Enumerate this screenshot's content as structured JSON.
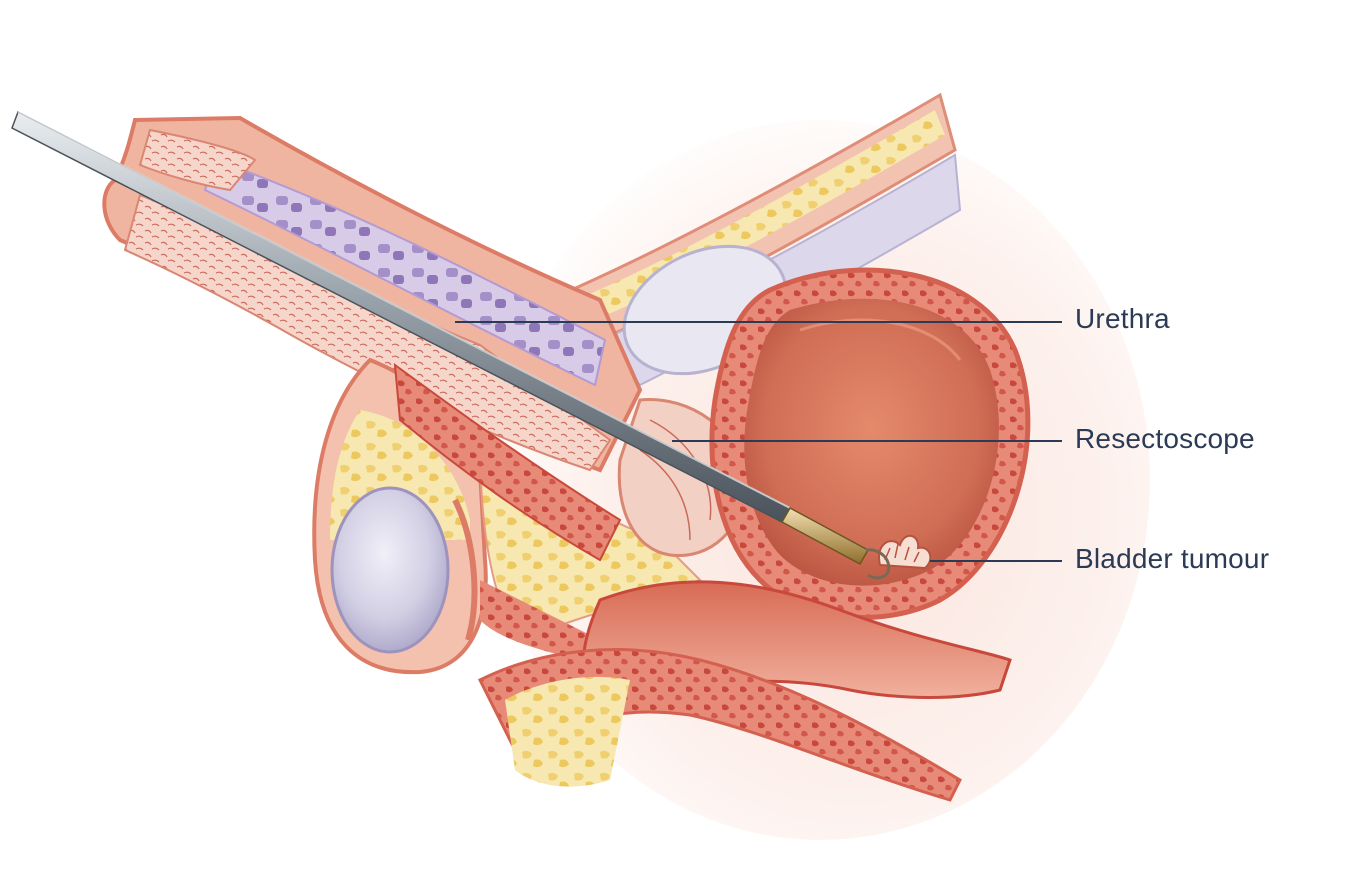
{
  "labels": {
    "urethra": "Urethra",
    "resectoscope": "Resectoscope",
    "bladder_tumour": "Bladder tumour"
  },
  "colors": {
    "tissue_outer": "#f2b9a4",
    "tissue_edge": "#e07a66",
    "muscle_red": "#d9574a",
    "fat_yellow": "#f3dd8c",
    "bladder_inner": "#cf6d55",
    "testis": "#c9c6dc",
    "corpus_purple": "#a58fc9",
    "scope_steel": "#7c868f",
    "scope_tip_gold": "#c7a55a",
    "leader_line": "#2b3a55"
  },
  "icons": [
    "resectoscope-illustration",
    "bladder-illustration"
  ]
}
